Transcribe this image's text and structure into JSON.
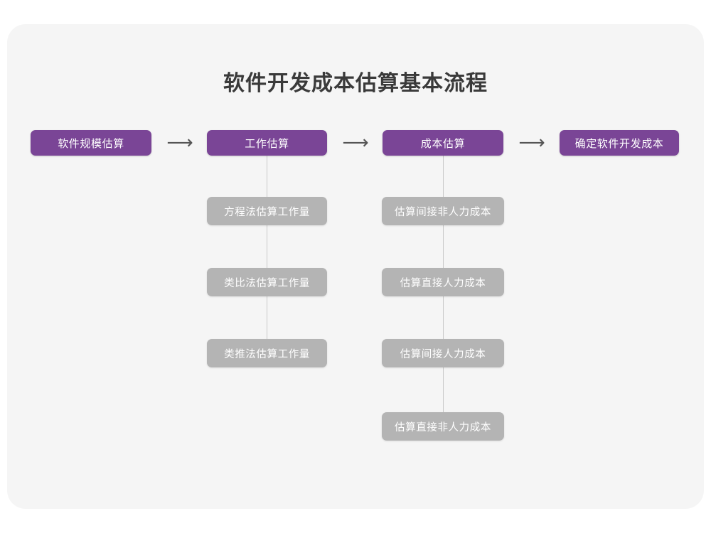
{
  "title": "软件开发成本估算基本流程",
  "colors": {
    "page_background": "#ffffff",
    "card_background": "#f5f5f5",
    "primary_node": "#7a4596",
    "secondary_node": "#b4b4b4",
    "node_text": "#ffffff",
    "title_text": "#3a3a3a",
    "arrow": "#555555",
    "connector": "#c9c9c9"
  },
  "arrows": {
    "glyph": "⟶",
    "name": "right-arrow-icon"
  },
  "chart_data": {
    "type": "diagram",
    "title": "软件开发成本估算基本流程",
    "orientation": "left-to-right main flow with vertical sub-branches",
    "stages": [
      {
        "id": "stage-1",
        "label": "软件规模估算",
        "level": "primary",
        "substeps": []
      },
      {
        "id": "stage-2",
        "label": "工作估算",
        "level": "primary",
        "substeps": [
          "方程法估算工作量",
          "类比法估算工作量",
          "类推法估算工作量"
        ]
      },
      {
        "id": "stage-3",
        "label": "成本估算",
        "level": "primary",
        "substeps": [
          "估算间接非人力成本",
          "估算直接人力成本",
          "估算间接人力成本",
          "估算直接非人力成本"
        ]
      },
      {
        "id": "stage-4",
        "label": "确定软件开发成本",
        "level": "primary",
        "substeps": []
      }
    ],
    "connections": [
      {
        "from": "软件规模估算",
        "to": "工作估算",
        "style": "arrow"
      },
      {
        "from": "工作估算",
        "to": "成本估算",
        "style": "arrow"
      },
      {
        "from": "成本估算",
        "to": "确定软件开发成本",
        "style": "arrow"
      }
    ]
  },
  "nodes": {
    "stage1": "软件规模估算",
    "stage2": "工作估算",
    "stage3": "成本估算",
    "stage4": "确定软件开发成本",
    "col2_sub1": "方程法估算工作量",
    "col2_sub2": "类比法估算工作量",
    "col2_sub3": "类推法估算工作量",
    "col3_sub1": "估算间接非人力成本",
    "col3_sub2": "估算直接人力成本",
    "col3_sub3": "估算间接人力成本",
    "col3_sub4": "估算直接非人力成本"
  }
}
